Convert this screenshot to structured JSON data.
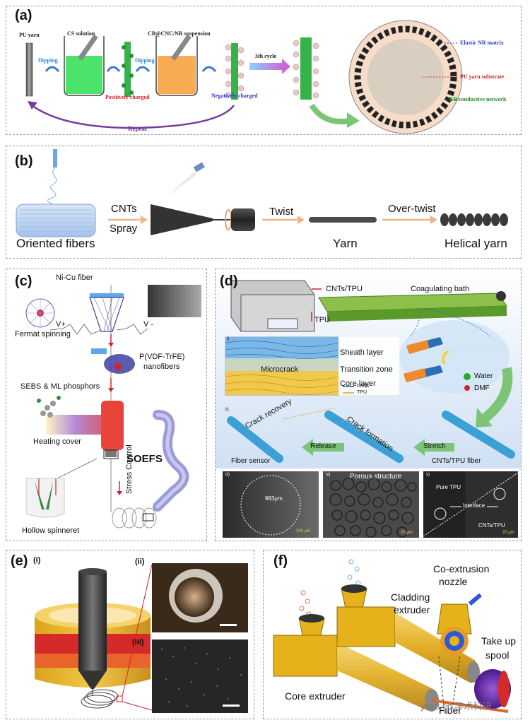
{
  "panels": {
    "a": {
      "tag": "(a)",
      "pu_yarn": "PU yarn",
      "cs_solution": "CS solution",
      "cb_suspension": "CB@CNC/NR suspension",
      "dipping1": "Dipping",
      "dipping2": "Dipping",
      "positively": "Positively charged",
      "negatively": "Negatively charged",
      "cycle": "3th cycle",
      "repeat": "Repeat",
      "elastic": "Elastic NR matrix",
      "substrate": "PU yarn substrate",
      "network": "CB conductive network"
    },
    "b": {
      "tag": "(b)",
      "cnts": "CNTs",
      "spray": "Spray",
      "oriented": "Oriented fibers",
      "twist": "Twist",
      "overtwist": "Over-twist",
      "yarn": "Yarn",
      "helical": "Helical yarn"
    },
    "c": {
      "tag": "(c)",
      "nicu": "Ni-Cu fiber",
      "fermat": "Fermat spinning",
      "vplus": "V+",
      "vminus": "V -",
      "pvdf": "P(VDF-TrFE)",
      "nanofibers": "nanofibers",
      "sebs": "SEBS & ML phosphors",
      "heating": "Heating cover",
      "stress": "Stress Control",
      "soefs": "SOEFS",
      "hollow": "Hollow spinneret"
    },
    "d": {
      "tag": "(d)",
      "cnts_tpu": "CNTs/TPU",
      "tpu": "TPU",
      "coag": "Coagulating bath",
      "sub_i": "i)",
      "sheath": "Sheath layer",
      "transition": "Transition zone",
      "core": "Core layer",
      "leg_cnts": "CNTs",
      "leg_tpu": "TPU",
      "microcrack": "Microcrack",
      "water": "Water",
      "dmf": "DMF",
      "sub_ii": "ii)",
      "crack_recovery": "Crack recovery",
      "crack_formation": "Crack formation",
      "release": "Release",
      "stretch": "Stretch",
      "fiber_sensor": "Fiber sensor",
      "fiber_label": "CNTs/TPU fiber",
      "sub_iii": "iii)",
      "diameter": "983μm",
      "scale1": "200 μm",
      "sub_iv": "iv)",
      "porous": "Porous structure",
      "scale2": "20 μm",
      "sub_v": "v)",
      "pure_tpu": "Pure TPU",
      "interface": "Interface",
      "cnts_tpu2": "CNTs/TPU",
      "scale3": "20 μm"
    },
    "e": {
      "tag": "(e)",
      "sub_i": "(i)",
      "sub_ii": "(ii)",
      "sub_iii": "(iii)"
    },
    "f": {
      "tag": "(f)",
      "coextrusion": "Co-extrusion",
      "nozzle": "nozzle",
      "cladding": "Cladding",
      "extruder": "extruder",
      "takeup": "Take up",
      "spool": "spool",
      "core": "Core extruder",
      "fiber": "Fiber",
      "watermark": "ybx8.cn 学术科研"
    }
  },
  "colors": {
    "arrow_orange": "#f0b48c",
    "green_arrow": "#7cc576",
    "blue_label": "#2b3bd8",
    "red_label": "#d2232a",
    "green_label": "#1e8c2a",
    "purple": "#7a3a9a"
  }
}
